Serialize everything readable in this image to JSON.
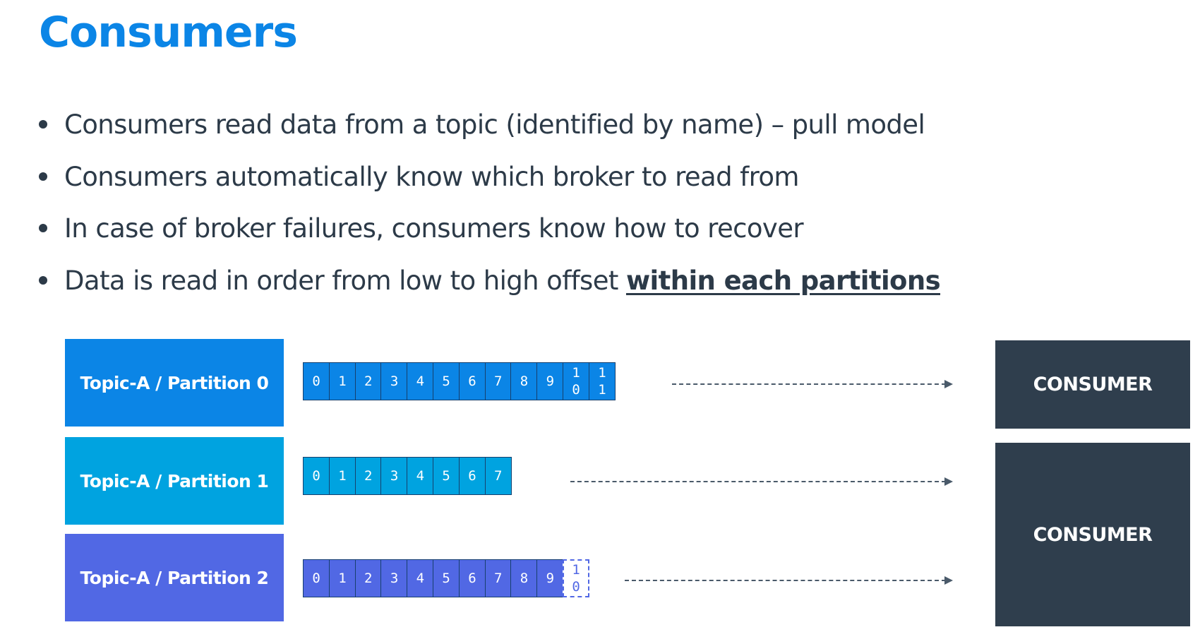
{
  "title": "Consumers",
  "bullets": [
    {
      "text": "Consumers read data from a topic (identified by name) – pull model",
      "emphasis": ""
    },
    {
      "text": "Consumers automatically know which broker to read from",
      "emphasis": ""
    },
    {
      "text": "In case of broker failures, consumers know how to recover",
      "emphasis": ""
    },
    {
      "text": "Data is read in order from low to high offset ",
      "emphasis": "within each partitions"
    }
  ],
  "partitions": [
    {
      "label": "Topic-A / Partition 0",
      "color": "#0b85e6",
      "offsets": [
        "0",
        "1",
        "2",
        "3",
        "4",
        "5",
        "6",
        "7",
        "8",
        "9",
        "10",
        "11"
      ],
      "pending": ""
    },
    {
      "label": "Topic-A / Partition 1",
      "color": "#00a3e0",
      "offsets": [
        "0",
        "1",
        "2",
        "3",
        "4",
        "5",
        "6",
        "7"
      ],
      "pending": ""
    },
    {
      "label": "Topic-A / Partition 2",
      "color": "#5168e4",
      "offsets": [
        "0",
        "1",
        "2",
        "3",
        "4",
        "5",
        "6",
        "7",
        "8",
        "9"
      ],
      "pending": "10"
    }
  ],
  "consumers": [
    {
      "label": "CONSUMER"
    },
    {
      "label": "CONSUMER"
    }
  ]
}
